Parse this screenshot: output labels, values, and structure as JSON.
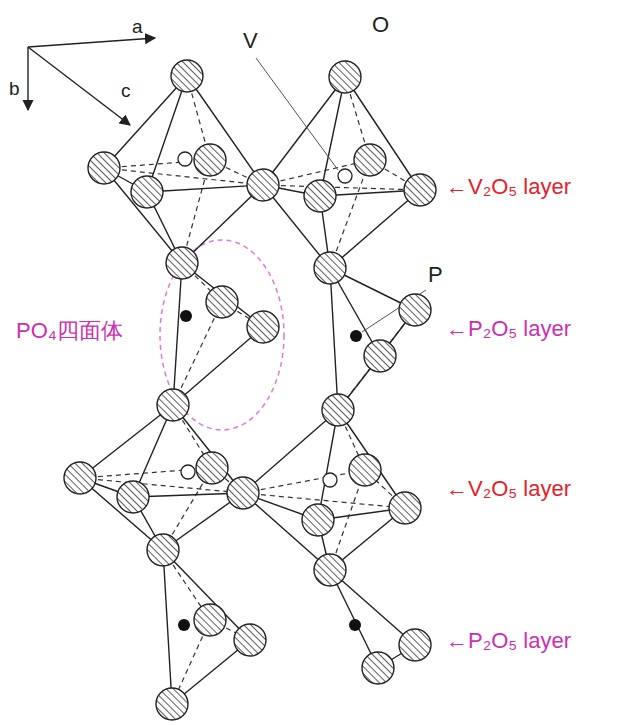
{
  "diagram": {
    "labels": [
      "a",
      "c",
      "b",
      "V",
      "O",
      "←V₂O₅ layer",
      "PO₄四面体",
      "P",
      "←P₂O₅ layer",
      "←V₂O₅ layer",
      "←P₂O₅ layer"
    ]
  }
}
